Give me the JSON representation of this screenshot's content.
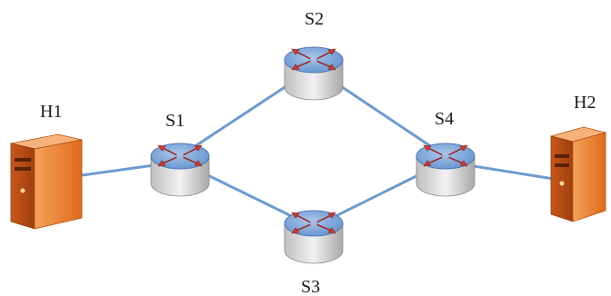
{
  "diagram": {
    "type": "network-topology",
    "nodes": [
      {
        "id": "H1",
        "label": "H1",
        "kind": "host"
      },
      {
        "id": "S1",
        "label": "S1",
        "kind": "switch"
      },
      {
        "id": "S2",
        "label": "S2",
        "kind": "switch"
      },
      {
        "id": "S3",
        "label": "S3",
        "kind": "switch"
      },
      {
        "id": "S4",
        "label": "S4",
        "kind": "switch"
      },
      {
        "id": "H2",
        "label": "H2",
        "kind": "host"
      }
    ],
    "links": [
      [
        "H1",
        "S1"
      ],
      [
        "S1",
        "S2"
      ],
      [
        "S1",
        "S3"
      ],
      [
        "S2",
        "S4"
      ],
      [
        "S3",
        "S4"
      ],
      [
        "S4",
        "H2"
      ]
    ]
  },
  "colors": {
    "link": "#6b9bd0",
    "switch_top": "#7aa3d6",
    "switch_body": "#d9d9d9",
    "arrow": "#d23a2c",
    "host": "#e8782b"
  },
  "icons": {
    "switch": "router-switch-icon",
    "host": "server-tower-icon"
  }
}
